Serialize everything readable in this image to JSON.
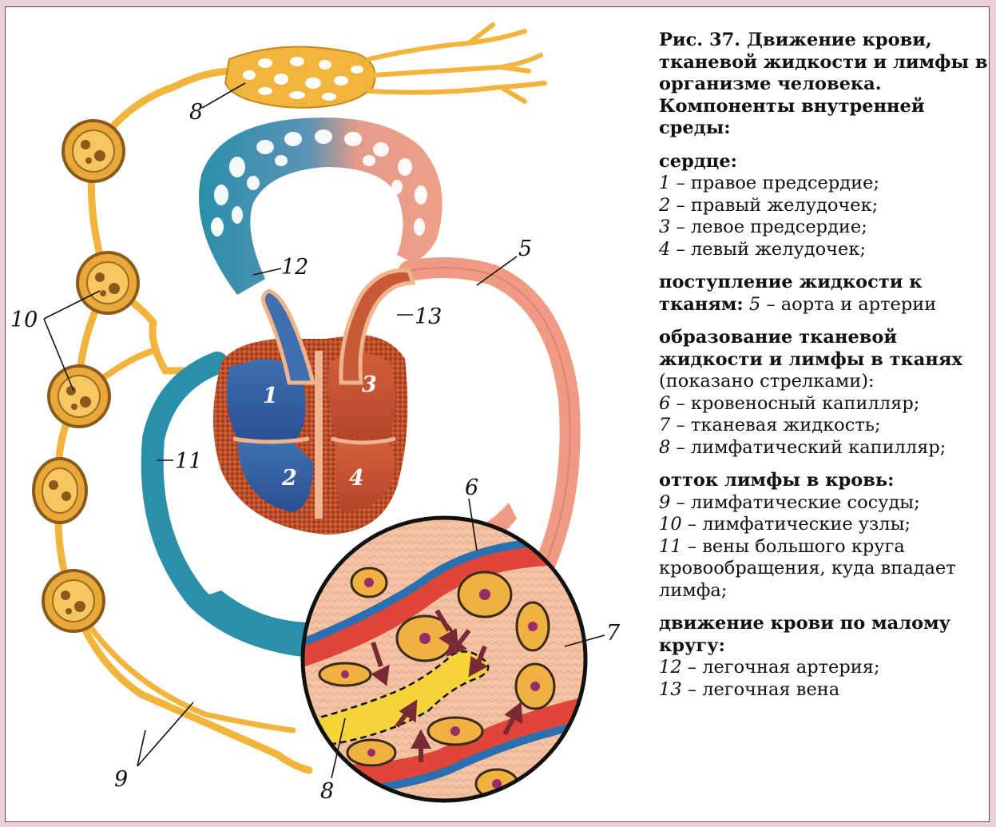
{
  "colors": {
    "lymph": "#f2b43c",
    "lymph_dark": "#c8861c",
    "venous": "#2a8fa8",
    "arterial": "#ef9a82",
    "frame_border": "#7a3b4a"
  },
  "labels": {
    "n1": "1",
    "n2": "2",
    "n3": "3",
    "n4": "4",
    "n5": "5",
    "n6": "6",
    "n7": "7",
    "n8_top": "8",
    "n8_bottom": "8",
    "n9": "9",
    "n10": "10",
    "n11": "11",
    "n12": "12",
    "n13": "13"
  },
  "legend": {
    "caption": "Рис. 37. Движение крови, тканевой жидкости и лимфы в организме человека. Компоненты внутренней среды:",
    "sections": [
      {
        "heading": "сердце:",
        "items": [
          {
            "num": "1",
            "sep": " – ",
            "text": "правое предсердие;"
          },
          {
            "num": "2",
            "sep": " – ",
            "text": "правый желудочек;"
          },
          {
            "num": "3",
            "sep": " – ",
            "text": "левое предсердие;"
          },
          {
            "num": "4",
            "sep": " – ",
            "text": "левый желудочек;"
          }
        ]
      },
      {
        "heading": "поступление жидкости к тканям:",
        "inline_item": {
          "num": "5",
          "sep": " – ",
          "text": "аорта и артерии"
        }
      },
      {
        "heading": "образование тканевой жидкости и лимфы в тканях",
        "note": "(показано стрелками):",
        "items": [
          {
            "num": "6",
            "sep": " – ",
            "text": "кровеносный капилляр;"
          },
          {
            "num": "7",
            "sep": " – ",
            "text": "тканевая жидкость;"
          },
          {
            "num": "8",
            "sep": " – ",
            "text": "лимфатический капилляр;"
          }
        ]
      },
      {
        "heading": "отток лимфы в кровь:",
        "items": [
          {
            "num": "9",
            "sep": " – ",
            "text": "лимфатические сосуды;"
          },
          {
            "num": "10",
            "sep": " – ",
            "text": "лимфатические узлы;"
          },
          {
            "num": "11",
            "sep": " – ",
            "text": "вены большого круга кровообращения, куда впадает лимфа;"
          }
        ]
      },
      {
        "heading": "движение крови по малому кругу:",
        "items": [
          {
            "num": "12",
            "sep": " – ",
            "text": "легочная артерия;"
          },
          {
            "num": "13",
            "sep": " – ",
            "text": "легочная вена"
          }
        ]
      }
    ]
  }
}
